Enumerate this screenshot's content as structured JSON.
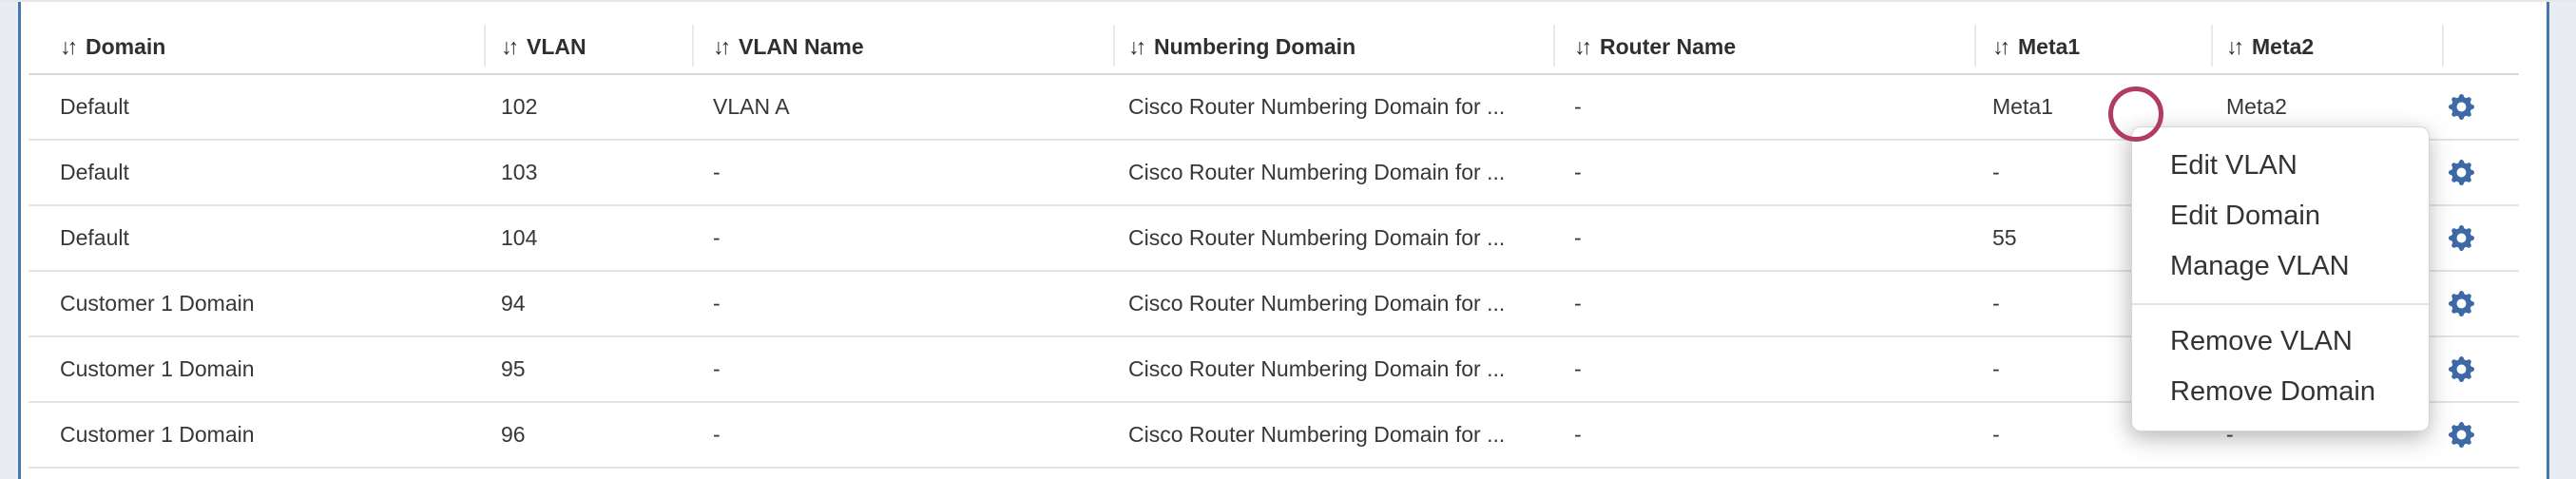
{
  "table": {
    "sort_glyph": "↓↑",
    "columns": [
      {
        "label": "Domain"
      },
      {
        "label": "VLAN"
      },
      {
        "label": "VLAN Name"
      },
      {
        "label": "Numbering Domain"
      },
      {
        "label": "Router Name"
      },
      {
        "label": "Meta1"
      },
      {
        "label": "Meta2"
      },
      {
        "label": ""
      }
    ],
    "rows": [
      {
        "domain": "Default",
        "vlan": "102",
        "vlan_name": "VLAN A",
        "numbering_domain": "Cisco Router Numbering Domain for ...",
        "router_name": "-",
        "meta1": "Meta1",
        "meta2": "Meta2"
      },
      {
        "domain": "Default",
        "vlan": "103",
        "vlan_name": "-",
        "numbering_domain": "Cisco Router Numbering Domain for ...",
        "router_name": "-",
        "meta1": "-",
        "meta2": "-"
      },
      {
        "domain": "Default",
        "vlan": "104",
        "vlan_name": "-",
        "numbering_domain": "Cisco Router Numbering Domain for ...",
        "router_name": "-",
        "meta1": "55",
        "meta2": "-"
      },
      {
        "domain": "Customer 1 Domain",
        "vlan": "94",
        "vlan_name": "-",
        "numbering_domain": "Cisco Router Numbering Domain for ...",
        "router_name": "-",
        "meta1": "-",
        "meta2": "-"
      },
      {
        "domain": "Customer 1 Domain",
        "vlan": "95",
        "vlan_name": "-",
        "numbering_domain": "Cisco Router Numbering Domain for ...",
        "router_name": "-",
        "meta1": "-",
        "meta2": "-"
      },
      {
        "domain": "Customer 1 Domain",
        "vlan": "96",
        "vlan_name": "-",
        "numbering_domain": "Cisco Router Numbering Domain for ...",
        "router_name": "-",
        "meta1": "-",
        "meta2": "-"
      }
    ]
  },
  "context_menu": {
    "groups": [
      {
        "items": [
          "Edit VLAN",
          "Edit Domain",
          "Manage VLAN"
        ]
      },
      {
        "items": [
          "Remove VLAN",
          "Remove Domain"
        ]
      }
    ]
  },
  "annotation": {
    "type": "click-circle",
    "color": "#b03b65"
  },
  "icons": {
    "row_actions": "gear-icon",
    "header_sort": "sort-arrows-icon"
  },
  "colors": {
    "outside_bg": "#e9ecf1",
    "panel_border": "#4678b0",
    "gear_blue": "#3d69a6",
    "circle_pink": "#b03b65",
    "header_text": "#2f2f2f",
    "cell_text": "#373737",
    "header_line": "#d8d8d8",
    "row_line": "#e4e4e4",
    "col_separator": "#e9e9e9",
    "menu_border": "#d6d6d6",
    "menu_divider": "#e2e2e2"
  }
}
